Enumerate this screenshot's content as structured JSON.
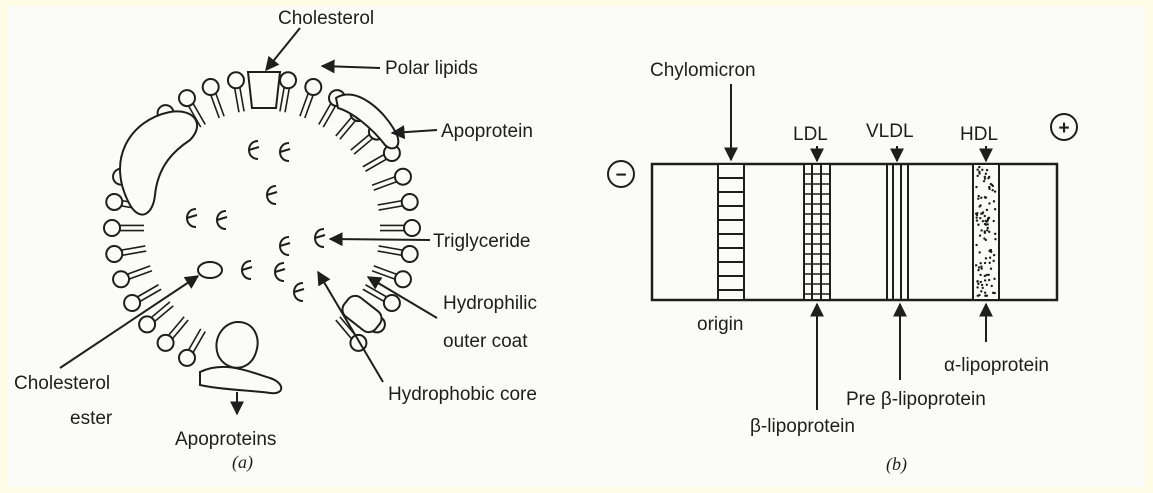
{
  "colors": {
    "background": "#fdfbe3",
    "panel": "#fbfbf9",
    "ink": "#1e1e1e"
  },
  "panel_a": {
    "caption": "(a)",
    "labels": {
      "cholesterol": "Cholesterol",
      "polar_lipids": "Polar lipids",
      "apoprotein": "Apoprotein",
      "triglyceride": "Triglyceride",
      "hydrophilic_1": "Hydrophilic",
      "hydrophilic_2": "outer coat",
      "hydrophobic_core": "Hydrophobic core",
      "cholesterol_ester_1": "Cholesterol",
      "cholesterol_ester_2": "ester",
      "apoproteins": "Apoproteins"
    }
  },
  "panel_b": {
    "caption": "(b)",
    "minus_sign": "−",
    "plus_sign": "+",
    "labels": {
      "chylomicron": "Chylomicron",
      "ldl": "LDL",
      "vldl": "VLDL",
      "hdl": "HDL",
      "origin": "origin",
      "beta_lipoprotein": "β-lipoprotein",
      "pre_beta_lipoprotein": "Pre β-lipoprotein",
      "alpha_lipoprotein": "α-lipoprotein"
    }
  }
}
